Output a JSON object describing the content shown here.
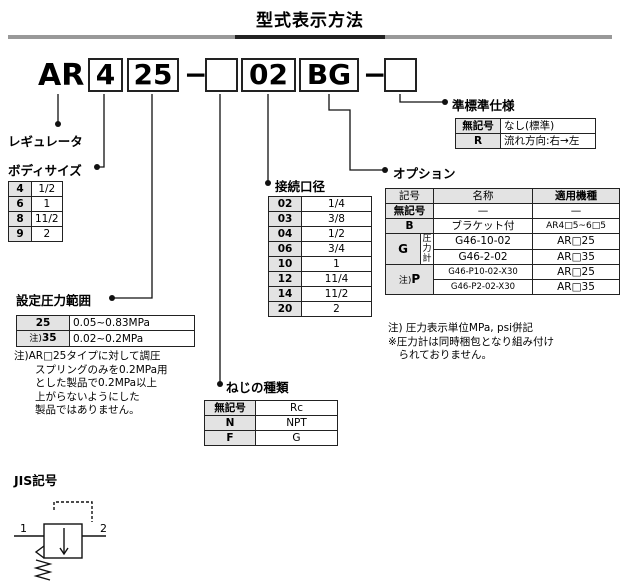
{
  "title": "型式表示方法",
  "model_code": {
    "prefix": "AR",
    "boxes": [
      "4",
      "25",
      "",
      "02",
      "BG",
      ""
    ],
    "dash": "−"
  },
  "labels": {
    "regulator": "レギュレータ",
    "body_size": "ボディサイズ",
    "pressure_range": "設定圧力範囲",
    "port_size": "接続口径",
    "thread_type": "ねじの種類",
    "option": "オプション",
    "semi_standard": "準標準仕様",
    "jis": "JIS記号"
  },
  "body_size_table": [
    {
      "code": "4",
      "value": "1/2"
    },
    {
      "code": "6",
      "value": "1"
    },
    {
      "code": "8",
      "value": "11/2"
    },
    {
      "code": "9",
      "value": "2"
    }
  ],
  "pressure_table": [
    {
      "code": "25",
      "value": "0.05~0.83MPa",
      "note": ""
    },
    {
      "code": "35",
      "value": "0.02~0.2MPa",
      "note": "注)"
    }
  ],
  "pressure_note": "注)AR□25タイプに対して調圧\n　　スプリングのみを0.2MPa用\n　　とした製品で0.2MPa以上\n　　上がらないようにした\n　　製品ではありません。",
  "port_table": [
    {
      "code": "02",
      "value": "1/4"
    },
    {
      "code": "03",
      "value": "3/8"
    },
    {
      "code": "04",
      "value": "1/2"
    },
    {
      "code": "06",
      "value": "3/4"
    },
    {
      "code": "10",
      "value": "1"
    },
    {
      "code": "12",
      "value": "11/4"
    },
    {
      "code": "14",
      "value": "11/2"
    },
    {
      "code": "20",
      "value": "2"
    }
  ],
  "thread_table": [
    {
      "code": "無記号",
      "value": "Rc"
    },
    {
      "code": "N",
      "value": "NPT"
    },
    {
      "code": "F",
      "value": "G"
    }
  ],
  "semi_table": [
    {
      "code": "無記号",
      "value": "なし(標準)"
    },
    {
      "code": "R",
      "value": "流れ方向:右→左"
    }
  ],
  "option_table": {
    "headers": [
      "記号",
      "名称",
      "適用機種"
    ],
    "row_none": {
      "code": "無記号",
      "name": "—",
      "model": "—"
    },
    "row_b": {
      "code": "B",
      "name": "ブラケット付",
      "model": "AR4□5~6□5"
    },
    "g_code": "G",
    "gauge_label": "圧力計",
    "g_rows": [
      {
        "name": "G46-10-02",
        "model": "AR□25"
      },
      {
        "name": "G46-2-02",
        "model": "AR□35"
      }
    ],
    "p_note": "注)",
    "p_code": "P",
    "p_rows": [
      {
        "name": "G46-P10-02-X30",
        "model": "AR□25"
      },
      {
        "name": "G46-P2-02-X30",
        "model": "AR□35"
      }
    ]
  },
  "option_notes": "注) 圧力表示単位MPa, psi併記\n※圧力計は同時梱包となり組み付け\n　られておりません。",
  "jis_ports": [
    "1",
    "2"
  ]
}
